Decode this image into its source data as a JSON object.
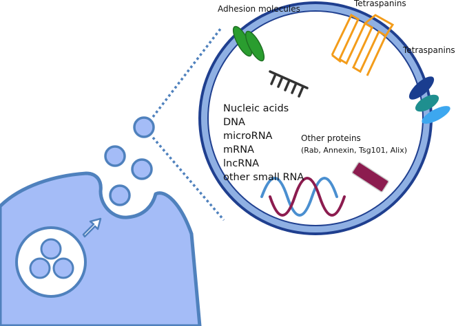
{
  "labels": {
    "adhesion": "Adhesion molecules",
    "tetraspanins_top": "Tetraspanins",
    "tetraspanins_right": "Tetraspanins",
    "other_proteins_title": "Other proteins",
    "other_proteins_detail": "(Rab, Annexin, Tsg101, Alix)"
  },
  "nucleic_acids": [
    "Nucleic acids",
    "DNA",
    "microRNA",
    "mRNA",
    "lncRNA",
    "other small RNA"
  ],
  "colors": {
    "cell_fill": "#a4bcf7",
    "cell_stroke": "#4f81bd",
    "vesicle_ring": "#8fb0e3",
    "vesicle_ring_edge": "#1f3f8f",
    "adhesion_green": "#2a9d2f",
    "tetraspanin_orange": "#f39c1a",
    "receptor_navy": "#1a3d8f",
    "receptor_teal": "#1f8f8f",
    "receptor_blue": "#3da7ef",
    "protein_maroon": "#8c1c4f",
    "rna_blue": "#4a8fd0",
    "rna_maroon": "#8c1c4f"
  }
}
